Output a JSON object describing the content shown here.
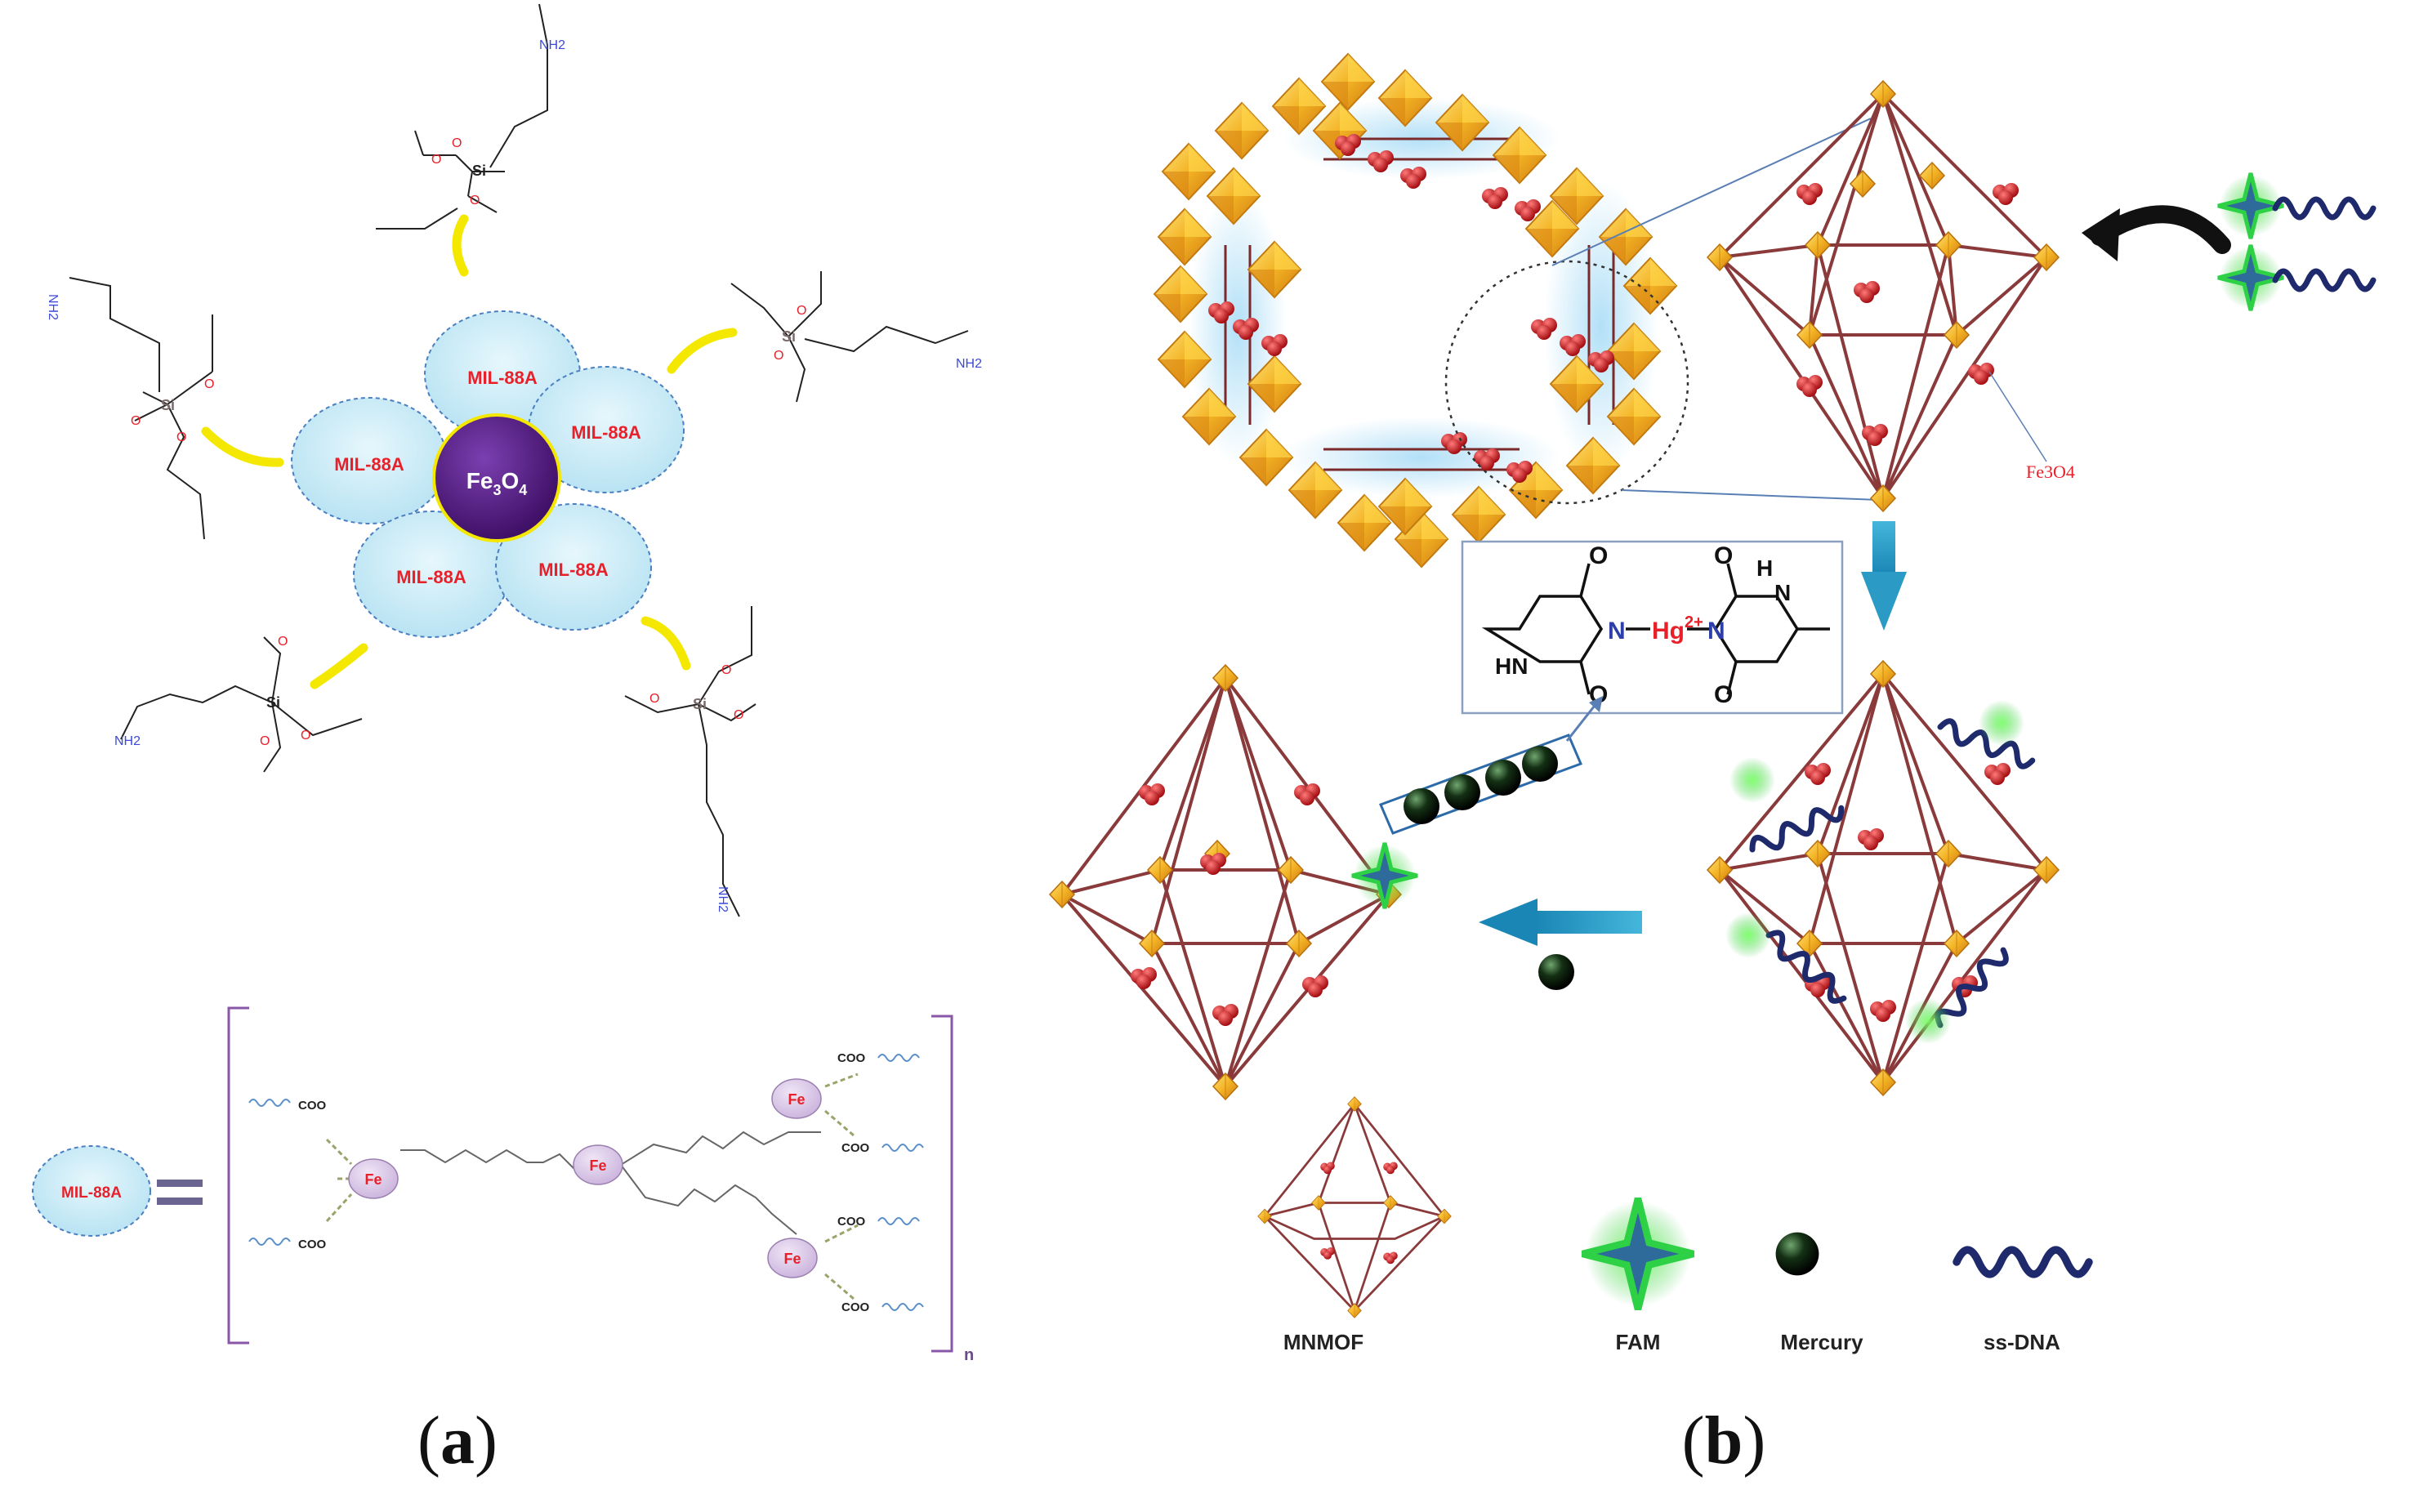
{
  "panel_a": {
    "label_open": "(",
    "label_letter": "a",
    "label_close": ")",
    "core_label": "Fe3O4",
    "core_label_main": "Fe",
    "core_sub1": "3",
    "core_mid": "O",
    "core_sub2": "4",
    "petal_label": "MIL-88A",
    "silane_si": "Si",
    "silane_o": "O",
    "silane_nh2": "NH2",
    "equation_lhs": "MIL-88A",
    "fe_label": "Fe",
    "coo_label": "COO",
    "repeat_subscript": "n"
  },
  "panel_b": {
    "label_open": "(",
    "label_letter": "b",
    "label_close": ")",
    "fe3o4_callout": "Fe3O4",
    "hg_label": "Hg",
    "hg_charge": "2+",
    "nh": "HN",
    "nh2": "H",
    "n": "N",
    "o": "O",
    "legend": {
      "mnmof": "MNMOF",
      "fam": "FAM",
      "mercury": "Mercury",
      "ssdna": "ss-DNA"
    }
  },
  "colors": {
    "petal_fill": "#c9ecf7",
    "petal_label": "#e8202a",
    "core": "#5b1f8c",
    "yellow_linker": "#f5e800",
    "amine": "#3b49d6",
    "frame_strut": "#8a3a3a",
    "gold": "#f3b324",
    "red_ball": "#d0161b",
    "dna": "#1e2a6b",
    "fam_green": "#3fc94a",
    "arrow_teal": "#2b9ac4",
    "bracket": "#8a57a8"
  }
}
